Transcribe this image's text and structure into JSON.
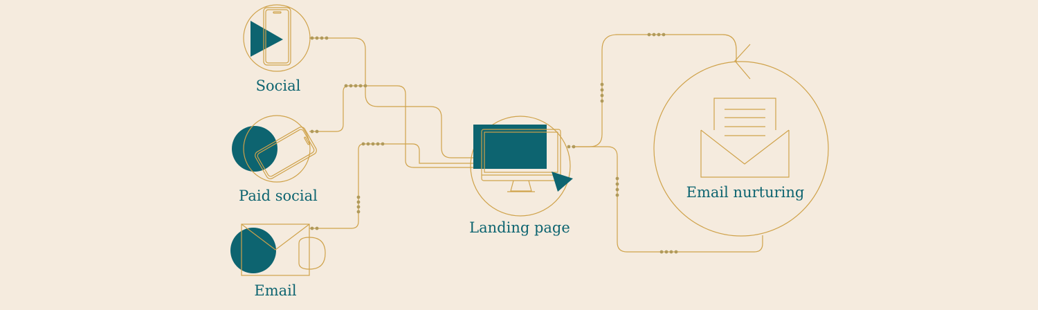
{
  "colors": {
    "background": "#f5ebde",
    "line": "#cfa24a",
    "dot": "#b09a5b",
    "accent": "#0d6470"
  },
  "nodes": {
    "social": {
      "label": "Social",
      "icon": "smartphone-play-icon"
    },
    "paid_social": {
      "label": "Paid social",
      "icon": "smartphone-icon"
    },
    "email": {
      "label": "Email",
      "icon": "envelope-icon"
    },
    "landing_page": {
      "label": "Landing page",
      "icon": "desktop-monitor-icon"
    },
    "email_nurturing": {
      "label": "Email nurturing",
      "icon": "open-envelope-letter-icon"
    }
  }
}
